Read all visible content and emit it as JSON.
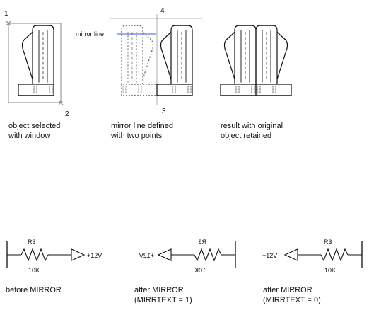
{
  "figure1": {
    "points": {
      "p1": "1",
      "p2": "2",
      "p3": "3",
      "p4": "4"
    },
    "mirror_line_label": "mirror line",
    "captions": {
      "selected_l1": "object selected",
      "selected_l2": "with window",
      "defined_l1": "mirror line defined",
      "defined_l2": "with two points",
      "result_l1": "result with original",
      "result_l2": "object retained"
    }
  },
  "figure2": {
    "resistor_name": "R3",
    "resistor_value": "10K",
    "voltage": "+12V",
    "captions": {
      "before": "before MIRROR",
      "after1_l1": "after MIRROR",
      "after1_l2": "(MIRRTEXT = 1)",
      "after0_l1": "after MIRROR",
      "after0_l2": "(MIRRTEXT = 0)"
    }
  },
  "colors": {
    "mirror_line": "#3b5bdb",
    "selection_window": "#888888",
    "ink": "#111111"
  }
}
